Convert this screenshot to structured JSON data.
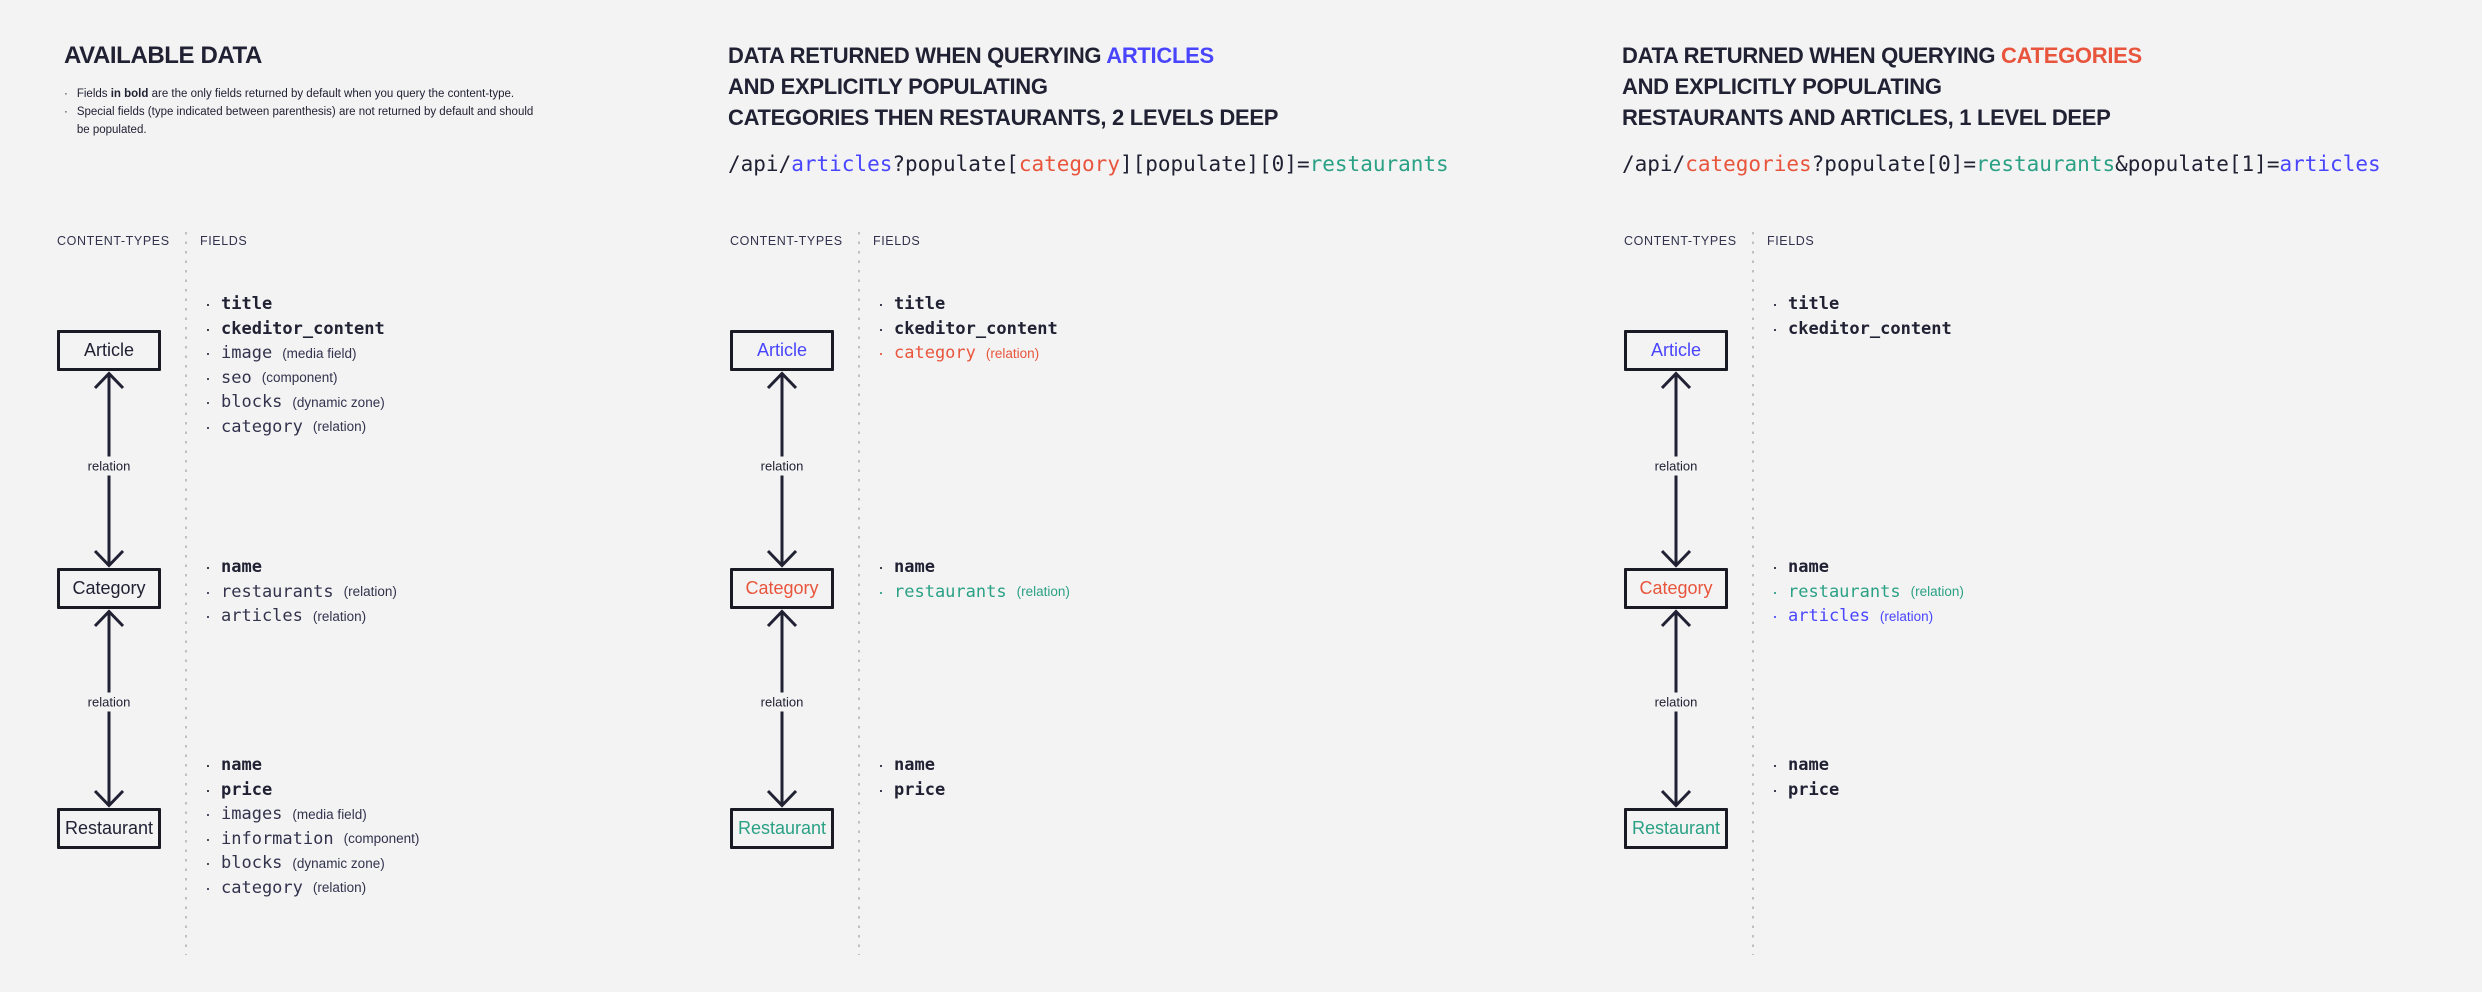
{
  "colors": {
    "dark": "#212134",
    "muted": "#32324d",
    "blue": "#4945ff",
    "red": "#e8553c",
    "teal": "#2aa185",
    "border": "#1a1a24",
    "divider": "#bfbfbf",
    "background": "#f3f3f3"
  },
  "shared": {
    "content_types_label": "CONTENT-TYPES",
    "fields_label": "FIELDS",
    "relation_label": "relation"
  },
  "columns": [
    {
      "key": "available-data",
      "heading": [
        [
          {
            "text": "AVAILABLE DATA"
          }
        ]
      ],
      "notes": [
        [
          {
            "text": "Fields "
          },
          {
            "text": "in bold",
            "bold": true
          },
          {
            "text": " are the only fields returned by default when you query the content-type."
          }
        ],
        [
          {
            "text": "Special fields (type indicated between parenthesis) are not returned by default and should be populated."
          }
        ]
      ],
      "code": null,
      "nodes": [
        {
          "label": "Article",
          "color": "dark",
          "fields": [
            {
              "name": "title",
              "bold": true
            },
            {
              "name": "ckeditor_content",
              "bold": true
            },
            {
              "name": "image",
              "annotation": "(media field)"
            },
            {
              "name": "seo",
              "annotation": "(component)"
            },
            {
              "name": "blocks",
              "annotation": "(dynamic zone)"
            },
            {
              "name": "category",
              "annotation": "(relation)"
            }
          ]
        },
        {
          "label": "Category",
          "color": "dark",
          "fields": [
            {
              "name": "name",
              "bold": true
            },
            {
              "name": "restaurants",
              "annotation": "(relation)"
            },
            {
              "name": "articles",
              "annotation": "(relation)"
            }
          ]
        },
        {
          "label": "Restaurant",
          "color": "dark",
          "fields": [
            {
              "name": "name",
              "bold": true
            },
            {
              "name": "price",
              "bold": true
            },
            {
              "name": "images",
              "annotation": "(media field)"
            },
            {
              "name": "information",
              "annotation": "(component)"
            },
            {
              "name": "blocks",
              "annotation": "(dynamic zone)"
            },
            {
              "name": "category",
              "annotation": "(relation)"
            }
          ]
        }
      ]
    },
    {
      "key": "query-articles",
      "heading": [
        [
          {
            "text": "DATA RETURNED WHEN QUERYING "
          },
          {
            "text": "ARTICLES",
            "color": "blue"
          }
        ],
        [
          {
            "text": "AND EXPLICITLY POPULATING"
          }
        ],
        [
          {
            "text": "CATEGORIES THEN RESTAURANTS, 2 LEVELS DEEP"
          }
        ]
      ],
      "notes": null,
      "code": [
        {
          "text": "/api/"
        },
        {
          "text": "articles",
          "color": "blue"
        },
        {
          "text": "?populate["
        },
        {
          "text": "category",
          "color": "red"
        },
        {
          "text": "][populate][0]="
        },
        {
          "text": "restaurants",
          "color": "teal"
        }
      ],
      "nodes": [
        {
          "label": "Article",
          "color": "blue",
          "fields": [
            {
              "name": "title",
              "bold": true
            },
            {
              "name": "ckeditor_content",
              "bold": true
            },
            {
              "name": "category",
              "annotation": "(relation)",
              "color": "red"
            }
          ]
        },
        {
          "label": "Category",
          "color": "red",
          "fields": [
            {
              "name": "name",
              "bold": true
            },
            {
              "name": "restaurants",
              "annotation": "(relation)",
              "color": "teal"
            }
          ]
        },
        {
          "label": "Restaurant",
          "color": "teal",
          "fields": [
            {
              "name": "name",
              "bold": true
            },
            {
              "name": "price",
              "bold": true
            }
          ]
        }
      ]
    },
    {
      "key": "query-categories",
      "heading": [
        [
          {
            "text": "DATA RETURNED WHEN QUERYING "
          },
          {
            "text": "CATEGORIES",
            "color": "red"
          }
        ],
        [
          {
            "text": "AND EXPLICITLY POPULATING"
          }
        ],
        [
          {
            "text": "RESTAURANTS AND ARTICLES, 1 LEVEL DEEP"
          }
        ]
      ],
      "notes": null,
      "code": [
        {
          "text": "/api/"
        },
        {
          "text": "categories",
          "color": "red"
        },
        {
          "text": "?populate[0]="
        },
        {
          "text": "restaurants",
          "color": "teal"
        },
        {
          "text": "&populate[1]="
        },
        {
          "text": "articles",
          "color": "blue"
        }
      ],
      "nodes": [
        {
          "label": "Article",
          "color": "blue",
          "fields": [
            {
              "name": "title",
              "bold": true
            },
            {
              "name": "ckeditor_content",
              "bold": true
            }
          ]
        },
        {
          "label": "Category",
          "color": "red",
          "fields": [
            {
              "name": "name",
              "bold": true
            },
            {
              "name": "restaurants",
              "annotation": "(relation)",
              "color": "teal"
            },
            {
              "name": "articles",
              "annotation": "(relation)",
              "color": "blue"
            }
          ]
        },
        {
          "label": "Restaurant",
          "color": "teal",
          "fields": [
            {
              "name": "name",
              "bold": true
            },
            {
              "name": "price",
              "bold": true
            }
          ]
        }
      ]
    }
  ]
}
